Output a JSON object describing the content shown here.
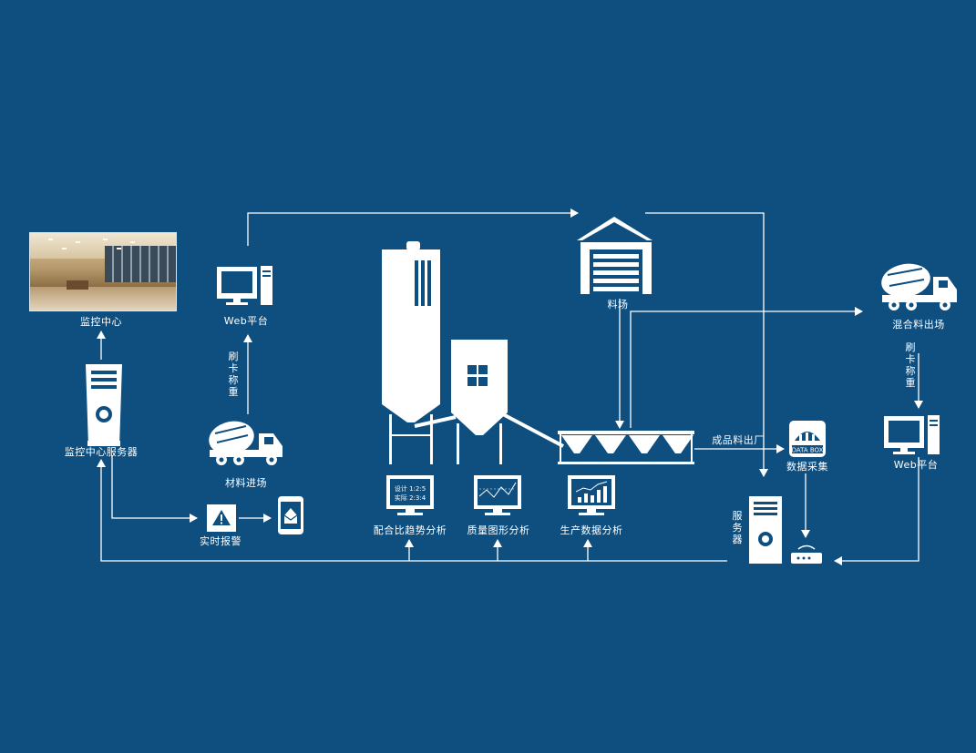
{
  "colors": {
    "background": "#0e4f80",
    "foreground": "#ffffff"
  },
  "nodes": {
    "monitor_center": "监控中心",
    "monitor_server": "监控中心服务器",
    "web_platform_left": "Web平台",
    "card_weigh_left": "刷卡称重",
    "material_entry": "材料进场",
    "realtime_alarm": "实时报警",
    "yard": "料场",
    "mix_out": "混合料出场",
    "card_weigh_right": "刷卡称重",
    "web_platform_right": "Web平台",
    "finished_out": "成品料出厂",
    "data_collect": "数据采集",
    "server": "服务器",
    "ratio_trend": "配合比趋势分析",
    "quality_graph": "质量图形分析",
    "production_data": "生产数据分析",
    "data_box_text": "DATA BOX",
    "ratio_screen_line1": "设计 1:2:5",
    "ratio_screen_line2": "实际 2:3:4"
  },
  "icons": [
    "monitor-room-photo",
    "server-tower-icon",
    "desktop-computer-icon",
    "mixer-truck-icon",
    "warning-sign-icon",
    "mobile-phone-icon",
    "tall-silo-icon",
    "plant-building-icon",
    "hopper-icon",
    "warehouse-icon",
    "data-box-icon",
    "router-icon",
    "chart-monitor-icon"
  ]
}
